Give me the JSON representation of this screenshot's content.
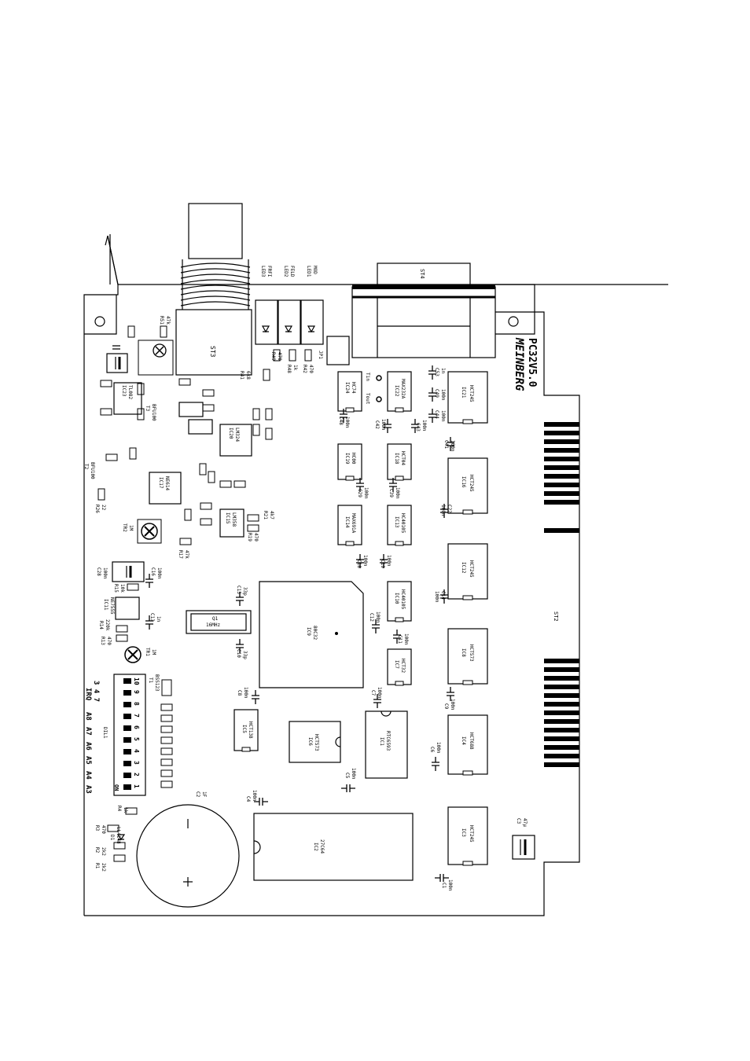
{
  "brand": "MEINBERG",
  "model": "PC32V5.0",
  "connectors": {
    "bnc": "ST3",
    "sub_d": "ST4",
    "edge": "ST2",
    "jumper": "JP1",
    "test_tout": "Tout",
    "test_tin": "Tin"
  },
  "leds": [
    {
      "ref": "LED3",
      "label": "FRFI"
    },
    {
      "ref": "LED2",
      "label": "FELD"
    },
    {
      "ref": "LED1",
      "label": "MOD"
    }
  ],
  "battery": {
    "ref": "C2",
    "value": "1F"
  },
  "crystal": {
    "ref": "Q1",
    "value": "16MHz"
  },
  "dip_switch": {
    "ref": "DIL1",
    "on": "ON",
    "numbers": [
      "1",
      "2",
      "3",
      "4",
      "5",
      "6",
      "7",
      "8",
      "9",
      "10"
    ],
    "address_labels": [
      "A3",
      "A4",
      "A5",
      "A6",
      "A7",
      "A8"
    ],
    "irq_label": "IRQ",
    "irq_values": "3 4 7"
  },
  "ics": [
    {
      "ref": "IC2",
      "part": "27C64"
    },
    {
      "ref": "IC9",
      "part": "80C32"
    },
    {
      "ref": "IC1",
      "part": "RTC6593"
    },
    {
      "ref": "IC6",
      "part": "HCT573"
    },
    {
      "ref": "IC5",
      "part": "HCT138"
    },
    {
      "ref": "IC7",
      "part": "HCT32"
    },
    {
      "ref": "IC10",
      "part": "HC40105"
    },
    {
      "ref": "IC13",
      "part": "HC40105"
    },
    {
      "ref": "IC14",
      "part": "MAX691A"
    },
    {
      "ref": "IC19",
      "part": "HC00"
    },
    {
      "ref": "IC18",
      "part": "HCT04"
    },
    {
      "ref": "IC24",
      "part": "HC74"
    },
    {
      "ref": "IC22",
      "part": "MAX232A"
    },
    {
      "ref": "IC21",
      "part": "HCT245"
    },
    {
      "ref": "IC16",
      "part": "HCT245"
    },
    {
      "ref": "IC12",
      "part": "HCT245"
    },
    {
      "ref": "IC8",
      "part": "HCT573"
    },
    {
      "ref": "IC4",
      "part": "HCT688"
    },
    {
      "ref": "IC3",
      "part": "HCT245"
    },
    {
      "ref": "IC11",
      "part": "NE7555"
    },
    {
      "ref": "IC17",
      "part": "NE614"
    },
    {
      "ref": "IC20",
      "part": "LM324"
    },
    {
      "ref": "IC15",
      "part": "LM358"
    },
    {
      "ref": "IC23",
      "part": "TL082"
    },
    {
      "ref": "T1",
      "part": "BSS123"
    },
    {
      "ref": "T2",
      "part": "BFU100"
    },
    {
      "ref": "T3",
      "part": "BFU100"
    },
    {
      "ref": "D1",
      "part": "LL4148"
    }
  ],
  "caps": [
    {
      "ref": "C1",
      "value": "100n"
    },
    {
      "ref": "C3",
      "value": "47µ"
    },
    {
      "ref": "C4",
      "value": "100n"
    },
    {
      "ref": "C5",
      "value": "100n"
    },
    {
      "ref": "C6",
      "value": "100n"
    },
    {
      "ref": "C7",
      "value": "100n"
    },
    {
      "ref": "C8",
      "value": "100n"
    },
    {
      "ref": "C9",
      "value": "100n"
    },
    {
      "ref": "C10",
      "value": "33p"
    },
    {
      "ref": "C11",
      "value": "100n"
    },
    {
      "ref": "C12",
      "value": "100n"
    },
    {
      "ref": "C13",
      "value": "1n"
    },
    {
      "ref": "C14",
      "value": "100n"
    },
    {
      "ref": "C15",
      "value": "33p"
    },
    {
      "ref": "C16",
      "value": "100n"
    },
    {
      "ref": "C17",
      "value": "47µ"
    },
    {
      "ref": "C18",
      "value": "100n"
    },
    {
      "ref": "C19",
      "value": "100n"
    },
    {
      "ref": "C22",
      "value": "100n"
    },
    {
      "ref": "C28",
      "value": "100n"
    },
    {
      "ref": "C29",
      "value": "100n"
    },
    {
      "ref": "C39",
      "value": "100n"
    },
    {
      "ref": "C41",
      "value": "100n"
    },
    {
      "ref": "C42",
      "value": "100n"
    },
    {
      "ref": "C43",
      "value": "100n"
    },
    {
      "ref": "C44",
      "value": "100n"
    },
    {
      "ref": "C48",
      "value": "100n"
    },
    {
      "ref": "C49",
      "value": "100n"
    },
    {
      "ref": "C53",
      "value": "1n"
    }
  ],
  "resistors": [
    {
      "ref": "R1",
      "value": "2k2"
    },
    {
      "ref": "R2",
      "value": "2k2"
    },
    {
      "ref": "R3",
      "value": "470"
    },
    {
      "ref": "R4",
      "value": "1k"
    },
    {
      "ref": "R13",
      "value": "470"
    },
    {
      "ref": "R14",
      "value": "220k"
    },
    {
      "ref": "R15",
      "value": "10k"
    },
    {
      "ref": "R17",
      "value": "47k"
    },
    {
      "ref": "R19",
      "value": "470"
    },
    {
      "ref": "R21",
      "value": "4k7"
    },
    {
      "ref": "R26",
      "value": "22"
    },
    {
      "ref": "R41",
      "value": "6k8"
    },
    {
      "ref": "R42",
      "value": "470"
    },
    {
      "ref": "R48",
      "value": "1k"
    },
    {
      "ref": "R49",
      "value": "470"
    },
    {
      "ref": "R51",
      "value": "47k"
    }
  ],
  "trimmers": [
    {
      "ref": "TR1",
      "value": "1M"
    },
    {
      "ref": "TR2",
      "value": "1M"
    }
  ]
}
